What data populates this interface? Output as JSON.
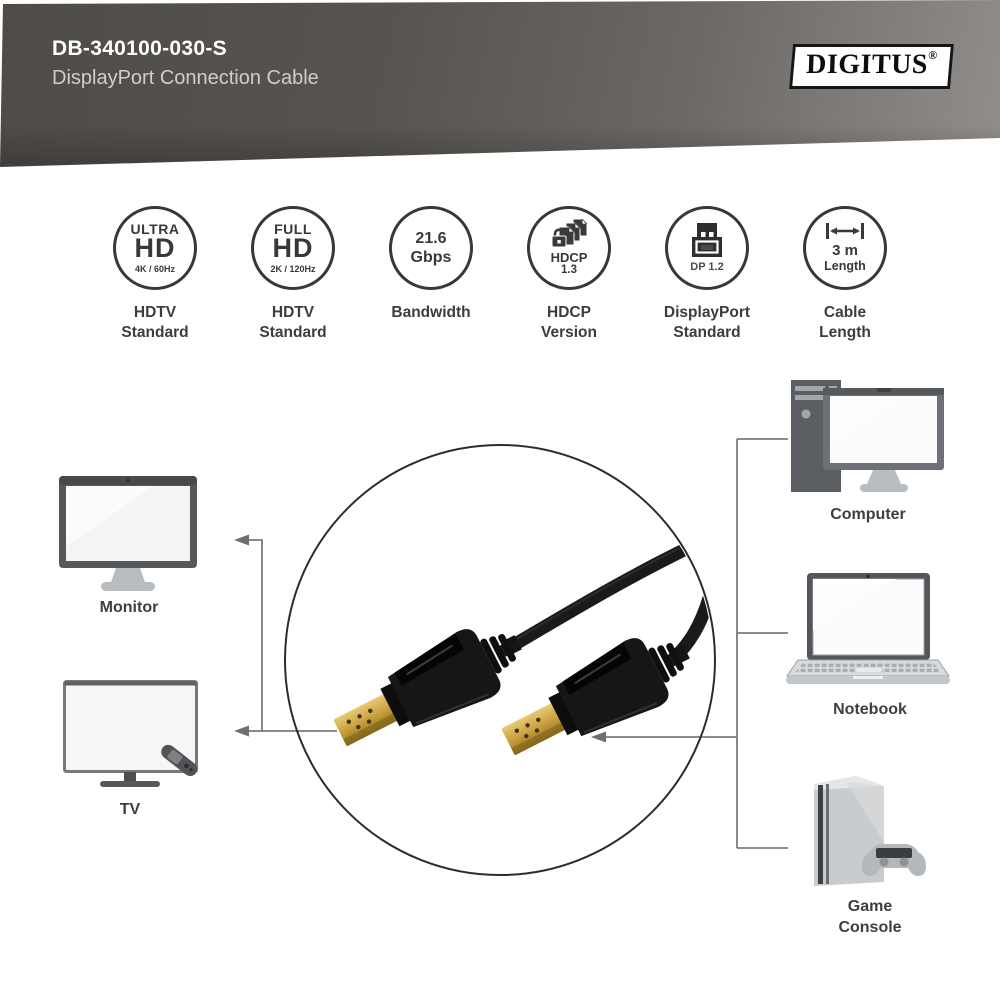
{
  "header": {
    "model": "DB-340100-030-S",
    "subtitle": "DisplayPort Connection Cable",
    "brand": "DIGITUS",
    "reg_mark": "®",
    "colors": {
      "banner_dark": "#4f4c48",
      "banner_light": "#918e8b",
      "title": "#ffffff",
      "subtitle": "#cfcecb"
    }
  },
  "features": [
    {
      "key": "ultra-hd",
      "line1": "ULTRA",
      "line2": "HD",
      "line3": "4K / 60Hz",
      "label1": "HDTV",
      "label2": "Standard"
    },
    {
      "key": "full-hd",
      "line1": "FULL",
      "line2": "HD",
      "line3": "2K / 120Hz",
      "label1": "HDTV",
      "label2": "Standard"
    },
    {
      "key": "bandwidth",
      "line1": "21.6",
      "line2": "Gbps",
      "label1": "Bandwidth",
      "label2": ""
    },
    {
      "key": "hdcp-version",
      "icon": "hdcp-documents-lock-icon",
      "line1": "HDCP",
      "line2": "1.3",
      "label1": "HDCP",
      "label2": "Version"
    },
    {
      "key": "displayport-standard",
      "icon": "displayport-connector-icon",
      "line1": "DP 1.2",
      "label1": "DisplayPort",
      "label2": "Standard"
    },
    {
      "key": "cable-length",
      "icon": "length-measure-arrow-icon",
      "line1": "3 m",
      "line2": "Length",
      "label1": "Cable",
      "label2": "Length"
    }
  ],
  "diagram": {
    "center_icon": "displayport-cable-photo-icon",
    "left_devices": [
      {
        "key": "monitor",
        "icon": "monitor-icon",
        "label": "Monitor"
      },
      {
        "key": "tv",
        "icon": "tv-icon",
        "label": "TV"
      }
    ],
    "right_devices": [
      {
        "key": "computer",
        "icon": "computer-icon",
        "label": "Computer"
      },
      {
        "key": "notebook",
        "icon": "notebook-icon",
        "label": "Notebook"
      },
      {
        "key": "game-console",
        "icon": "game-console-icon",
        "label1": "Game",
        "label2": "Console"
      }
    ],
    "colors": {
      "line": "#7b7b7b",
      "arrowhead": "#6e6e6e",
      "circle": "#2c2c2c",
      "cable": "#1a1a1a",
      "gold": "#c59c3c"
    }
  }
}
